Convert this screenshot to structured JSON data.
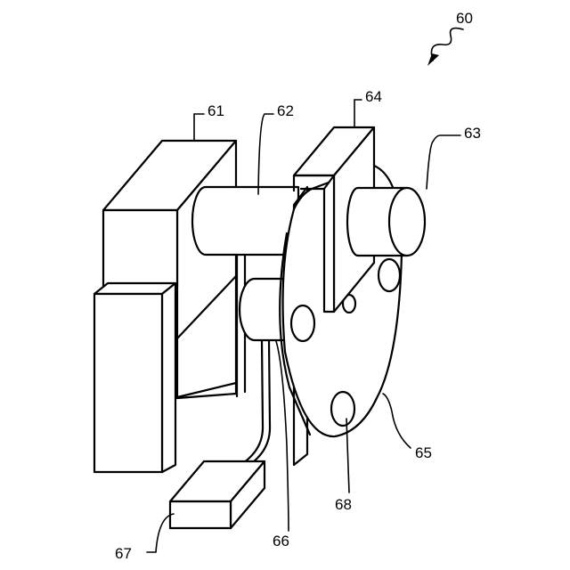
{
  "labels": {
    "assembly": "60",
    "block_61": "61",
    "shaft_62": "62",
    "cylinder_63": "63",
    "sensor_64": "64",
    "disc_65": "65",
    "boss_66": "66",
    "box_67": "67",
    "hole_68": "68"
  }
}
